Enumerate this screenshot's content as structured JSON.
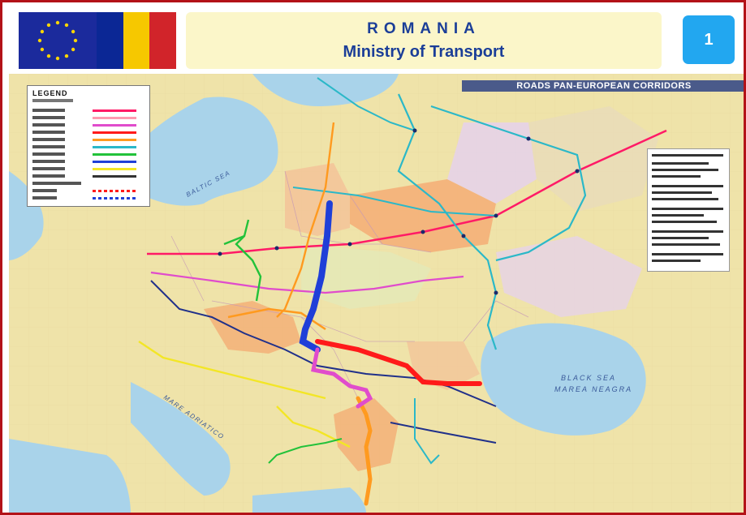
{
  "header": {
    "title_line1": "ROMANIA",
    "title_line2": "Ministry of Transport",
    "slide_number": "1"
  },
  "map": {
    "title": "ROADS PAN-EUROPEAN CORRIDORS",
    "legend_title": "LEGEND",
    "seas": [
      "BLACK SEA",
      "MAREA NEAGRA",
      "BALTIC SEA",
      "MARE ADRIATICO"
    ]
  },
  "colors": {
    "frame": "#b31218",
    "title_text": "#1b3e98",
    "title_bg": "#fbf6c9",
    "slide_badge": "#22a7f0",
    "corridor_IV": "#ff1a1a",
    "corridor_IX": "#1f3fd8",
    "corridor_VII": "#1a3cb0",
    "corridor_X": "#ff9a1f",
    "corridor_VIII": "#ffff00",
    "corridor_II": "#ff0080",
    "corridor_III": "#d94cd9",
    "corridor_V": "#1fd1d1",
    "corridor_VI": "#13c93b"
  },
  "icons": [
    "eu-stars-flag",
    "romania-tricolour-flag"
  ]
}
